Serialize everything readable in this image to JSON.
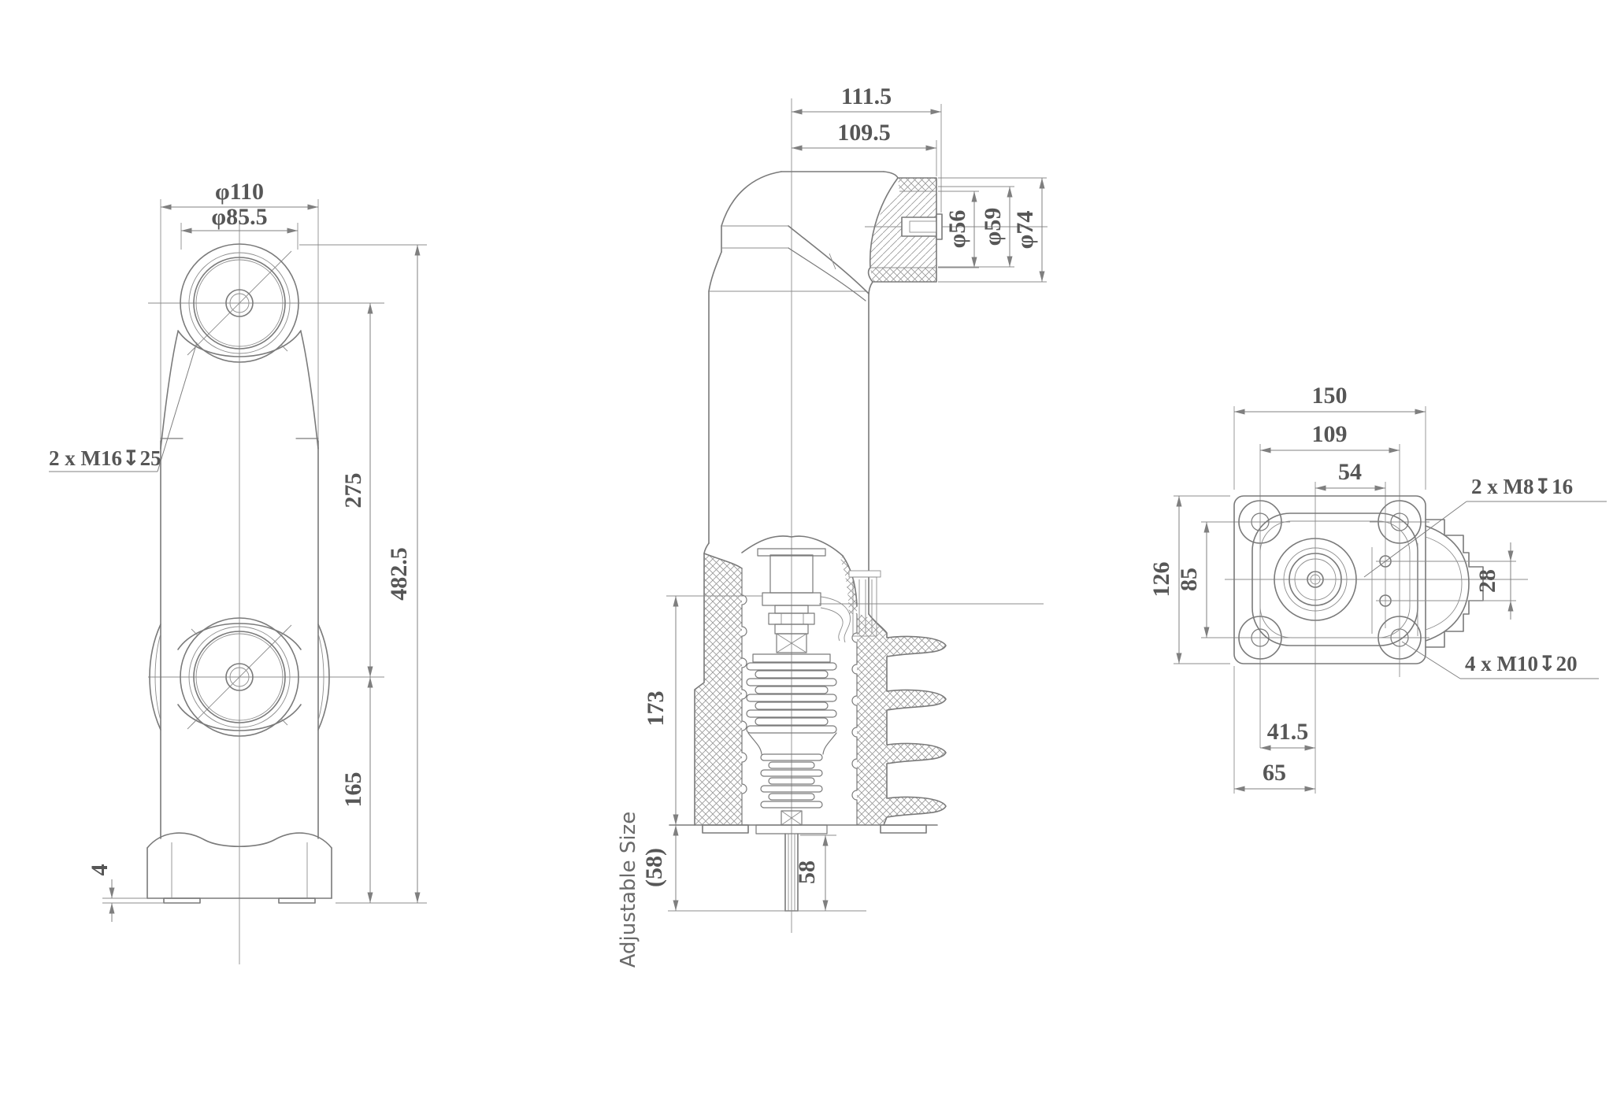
{
  "background": "#ffffff",
  "line_color": "#7a7a7a",
  "text_color": "#565656",
  "front_view": {
    "dia_110": "φ110",
    "dia_85_5": "φ85.5",
    "m16_note": "2 x M16↧25",
    "dim_275": "275",
    "dim_482_5": "482.5",
    "dim_165": "165",
    "dim_4": "4"
  },
  "side_view": {
    "dim_111_5": "111.5",
    "dim_109_5": "109.5",
    "dia_56": "φ56",
    "dia_59": "φ59",
    "dia_74": "φ74",
    "dim_173": "173",
    "dim_58_ref": "(58)",
    "dim_58": "58",
    "adjustable_note": "Adjustable Size"
  },
  "flange_view": {
    "dim_150": "150",
    "dim_109": "109",
    "dim_54": "54",
    "m8_note": "2 x M8↧16",
    "dim_126": "126",
    "dim_85": "85",
    "dim_28": "28",
    "dim_41_5": "41.5",
    "dim_65": "65",
    "m10_note": "4 x M10↧20"
  }
}
